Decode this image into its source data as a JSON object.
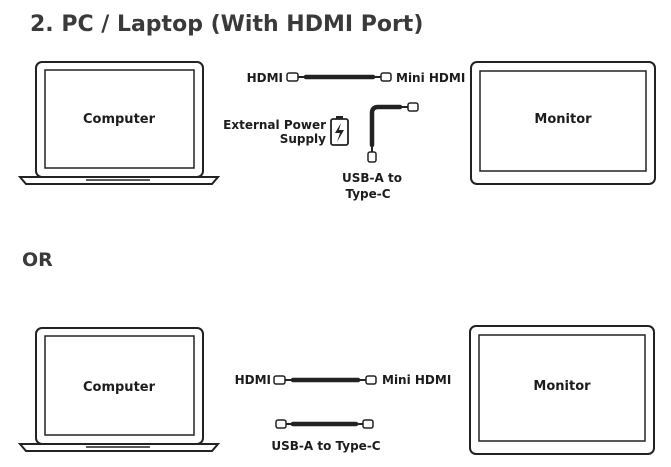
{
  "title": "2. PC / Laptop (With HDMI Port)",
  "or_label": "OR",
  "top": {
    "computer": "Computer",
    "monitor": "Monitor",
    "hdmi_left": "HDMI",
    "hdmi_right": "Mini HDMI",
    "power_line1": "External Power",
    "power_line2": "Supply",
    "usb_line1": "USB-A to",
    "usb_line2": "Type-C"
  },
  "bottom": {
    "computer": "Computer",
    "monitor": "Monitor",
    "hdmi_left": "HDMI",
    "hdmi_right": "Mini HDMI",
    "usb": "USB-A to Type-C"
  }
}
